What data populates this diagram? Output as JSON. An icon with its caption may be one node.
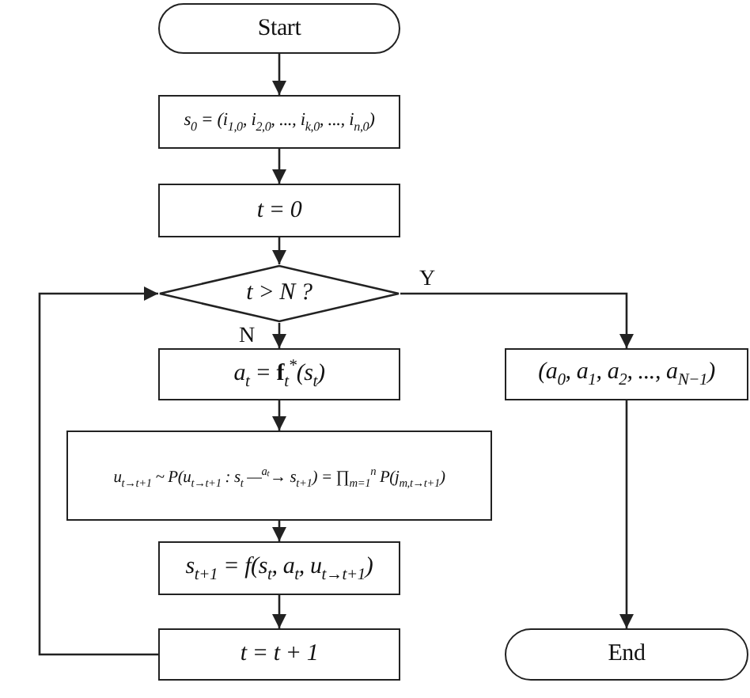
{
  "diagram": {
    "nodes": [
      {
        "text": [
          "Start"
        ]
      },
      {
        "text": [
          "s$_{0}$ = (i$_{1,0}$, i$_{2,0}$, ..., i$_{k,0}$, ..., i$_{n,0}$)"
        ]
      },
      {
        "text": [
          "t = 0"
        ]
      },
      {
        "text": [
          "t > N ?"
        ]
      },
      {
        "text": [
          "a$_{t}$ = **f**$_{t}$$^{*}$(s$_{t}$)"
        ]
      },
      {
        "text": [
          "u$_{t→t+1}$ ~ P(u$_{t→t+1}$ : s$_{t}$ —$^{aₜ}$→ s$_{t+1}$) = ∏$_{m=1}$$^{n}$ P(j$_{m,t→t+1}$)"
        ]
      },
      {
        "text": [
          "s$_{t+1}$ = f(s$_{t}$, a$_{t}$, u$_{t→t+1}$)"
        ]
      },
      {
        "text": [
          "t = t + 1"
        ]
      },
      {
        "text": [
          "(a$_{0}$, a$_{1}$, a$_{2}$, ..., a$_{N−1}$)"
        ]
      },
      {
        "text": [
          "End"
        ]
      }
    ],
    "edges": [
      {
        "from": 0,
        "to": 1,
        "arrow": "to"
      },
      {
        "from": 1,
        "to": 2,
        "arrow": "to"
      },
      {
        "from": 2,
        "to": 3,
        "arrow": "to"
      },
      {
        "from": 3,
        "to": 4,
        "label": "N",
        "arrow": "to"
      },
      {
        "from": 3,
        "to": 8,
        "label": "Y",
        "arrow": "to"
      },
      {
        "from": 4,
        "to": 5,
        "arrow": "to"
      },
      {
        "from": 5,
        "to": 6,
        "arrow": "to"
      },
      {
        "from": 6,
        "to": 7,
        "arrow": "to"
      },
      {
        "from": 7,
        "to": 3,
        "arrow": "to"
      },
      {
        "from": 8,
        "to": 9,
        "arrow": "to"
      }
    ]
  }
}
